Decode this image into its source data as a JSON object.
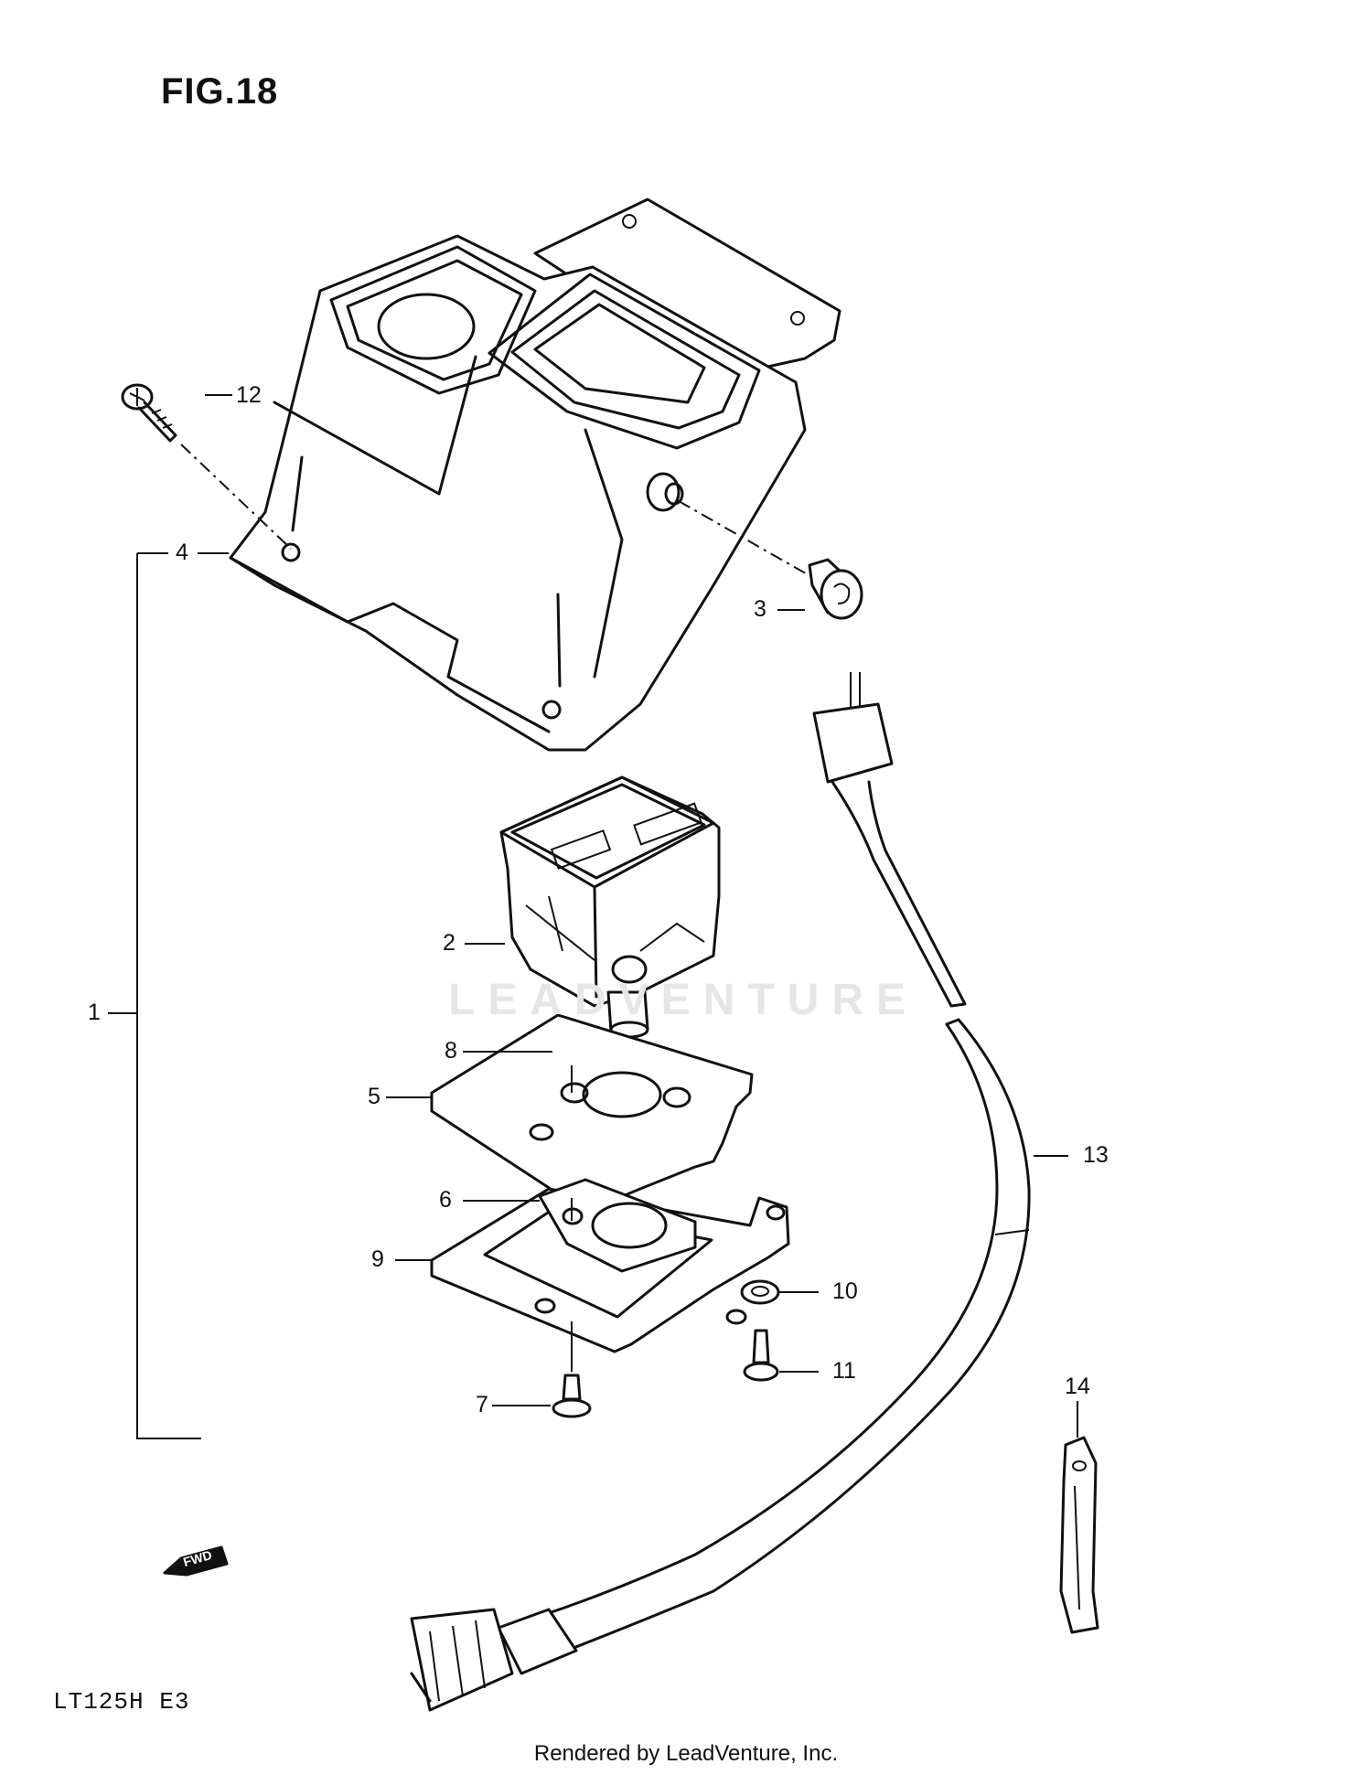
{
  "figure_title": "FIG.18",
  "model_code": "LT125H  E3",
  "footer": "Rendered by LeadVenture, Inc.",
  "watermark": "LEADVENTURE",
  "fwd_label": "FWD",
  "callouts": {
    "c1": "1",
    "c2": "2",
    "c3": "3",
    "c4": "4",
    "c5": "5",
    "c6": "6",
    "c7": "7",
    "c8": "8",
    "c9": "9",
    "c10": "10",
    "c11": "11",
    "c12": "12",
    "c13": "13",
    "c14": "14"
  }
}
